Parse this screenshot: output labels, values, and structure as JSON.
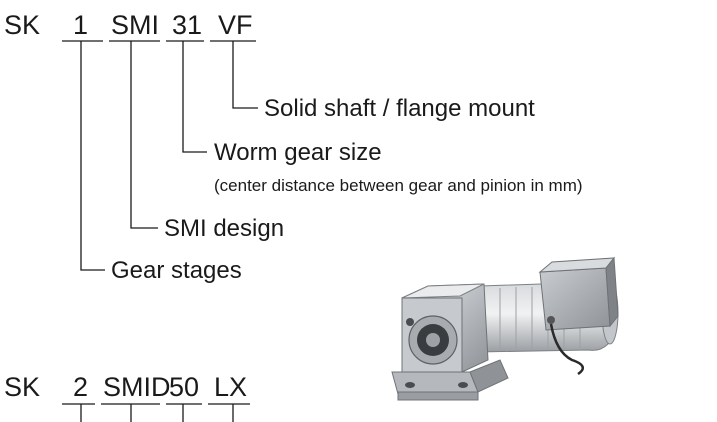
{
  "designation_1": {
    "prefix": "SK",
    "parts": [
      "1",
      "SMI",
      "31",
      "VF"
    ],
    "meanings": [
      "Gear stages",
      "SMI design",
      "Worm gear size",
      "Solid shaft / flange mount"
    ],
    "worm_size_note": "(center distance between gear and pinion in mm)"
  },
  "designation_2": {
    "prefix": "SK",
    "parts": [
      "2",
      "SMID",
      "50",
      "LX"
    ]
  },
  "image": {
    "subject": "gear-motor-photo",
    "body_color": "#b9bdc1"
  }
}
